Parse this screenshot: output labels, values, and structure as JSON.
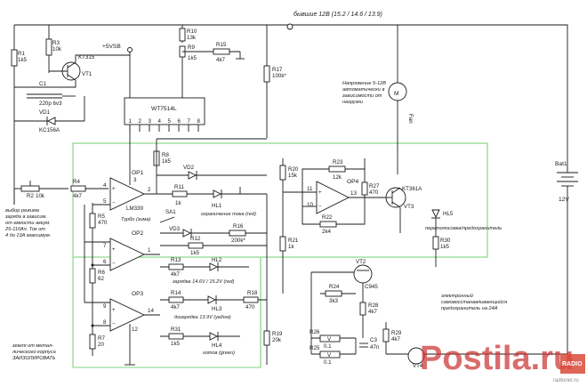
{
  "supply": {
    "rail_label": "бывшие 12В (15.2 / 14.6 / 13.9)",
    "vsb_label": "+5VSB"
  },
  "ic_main": {
    "name": "WT7514L"
  },
  "opamps": [
    {
      "name": "OP1",
      "part": "LM339"
    },
    {
      "name": "OP2",
      "part": ""
    },
    {
      "name": "OP3",
      "part": ""
    },
    {
      "name": "OP4",
      "part": ""
    }
  ],
  "pins": {
    "op1": [
      "4",
      "5",
      "2",
      "3"
    ],
    "op2": [
      "7",
      "6",
      "1"
    ],
    "op3": [
      "9",
      "8",
      "14",
      "12"
    ],
    "op4": [
      "11",
      "10",
      "13"
    ]
  },
  "resistors": [
    {
      "ref": "R1",
      "value": "1k5"
    },
    {
      "ref": "R2",
      "value": "10k"
    },
    {
      "ref": "R3",
      "value": "10k"
    },
    {
      "ref": "R4",
      "value": "4k7"
    },
    {
      "ref": "R5",
      "value": "470"
    },
    {
      "ref": "R6",
      "value": "62"
    },
    {
      "ref": "R7",
      "value": "20"
    },
    {
      "ref": "R8",
      "value": "1k5"
    },
    {
      "ref": "R9",
      "value": "1k5"
    },
    {
      "ref": "R10",
      "value": "13k"
    },
    {
      "ref": "R11",
      "value": "1k"
    },
    {
      "ref": "R12",
      "value": "1k5"
    },
    {
      "ref": "R13",
      "value": "4k7"
    },
    {
      "ref": "R14",
      "value": "4k7"
    },
    {
      "ref": "R15",
      "value": "4k7"
    },
    {
      "ref": "R16",
      "value": "200k*"
    },
    {
      "ref": "R17",
      "value": "100k*"
    },
    {
      "ref": "R18",
      "value": "470"
    },
    {
      "ref": "R19",
      "value": "20k"
    },
    {
      "ref": "R20",
      "value": "15k"
    },
    {
      "ref": "R21",
      "value": "1k"
    },
    {
      "ref": "R22",
      "value": "2k4"
    },
    {
      "ref": "R23",
      "value": "12k"
    },
    {
      "ref": "R24",
      "value": "3k3"
    },
    {
      "ref": "R25",
      "value": "0.1"
    },
    {
      "ref": "R26",
      "value": "0.1"
    },
    {
      "ref": "R27",
      "value": "470"
    },
    {
      "ref": "R28",
      "value": "4k7"
    },
    {
      "ref": "R29",
      "value": "4k7"
    },
    {
      "ref": "R30",
      "value": "1k5"
    },
    {
      "ref": "R31",
      "value": "1k5"
    }
  ],
  "parts": {
    "c1": {
      "ref": "C1",
      "value": "220р 6v3"
    },
    "c3": {
      "ref": "C3",
      "value": "47n"
    },
    "vd1": {
      "ref": "VD1",
      "value": "KC156A"
    },
    "vd2": {
      "ref": "VD2"
    },
    "vd3": {
      "ref": "VD3"
    },
    "vt1": {
      "ref": "VT1",
      "value": "KT315"
    },
    "vt2": {
      "ref": "VT2",
      "value": "C945"
    },
    "vt3": {
      "ref": "VT3",
      "value": "KT361A"
    },
    "vt4": {
      "ref": "VT4"
    },
    "hl1": {
      "ref": "HL1"
    },
    "hl2": {
      "ref": "HL2"
    },
    "hl3": {
      "ref": "HL3"
    },
    "hl4": {
      "ref": "HL4"
    },
    "hl5": {
      "ref": "HL5"
    },
    "sa1": {
      "ref": "SA1"
    },
    "bat": {
      "ref": "Bat1",
      "value": "12V"
    },
    "fan": {
      "ref": "Fan"
    },
    "v1": "V",
    "v2": "V"
  },
  "annotations": {
    "turbo": "Турбо (зима)",
    "hl1": "ограничение тока (red)",
    "hl2": "зарядка 14.6V / 15.2V (red)",
    "hl3": "дозарядка 13.9V (yellow)",
    "hl4": "готов (green)",
    "hl5": "переполюсовка/предохранитель",
    "fan_note": [
      "Напряжение 5-12В",
      "автоматически в",
      "зависимости от",
      "нагрузки"
    ],
    "mode_note": [
      "выбор режима",
      "заряда в зависим.",
      "от емкости аккум.",
      "25-110Ач. Ток от",
      "4 до 13А максимум."
    ],
    "ground_note": [
      "земля от метал-",
      "лического корпуса",
      "ЗАИЗОЛИРОВАТЬ"
    ],
    "relay_note": [
      "электронный",
      "самовосстанавливающийся",
      "предохранитель на 24А"
    ]
  },
  "ic_pins": [
    "1",
    "2",
    "3",
    "4",
    "5",
    "6",
    "7",
    "8"
  ],
  "watermark": {
    "brand": "Postila.ru",
    "corner_top": "RADIO",
    "corner_bottom": "radioner.ru"
  }
}
